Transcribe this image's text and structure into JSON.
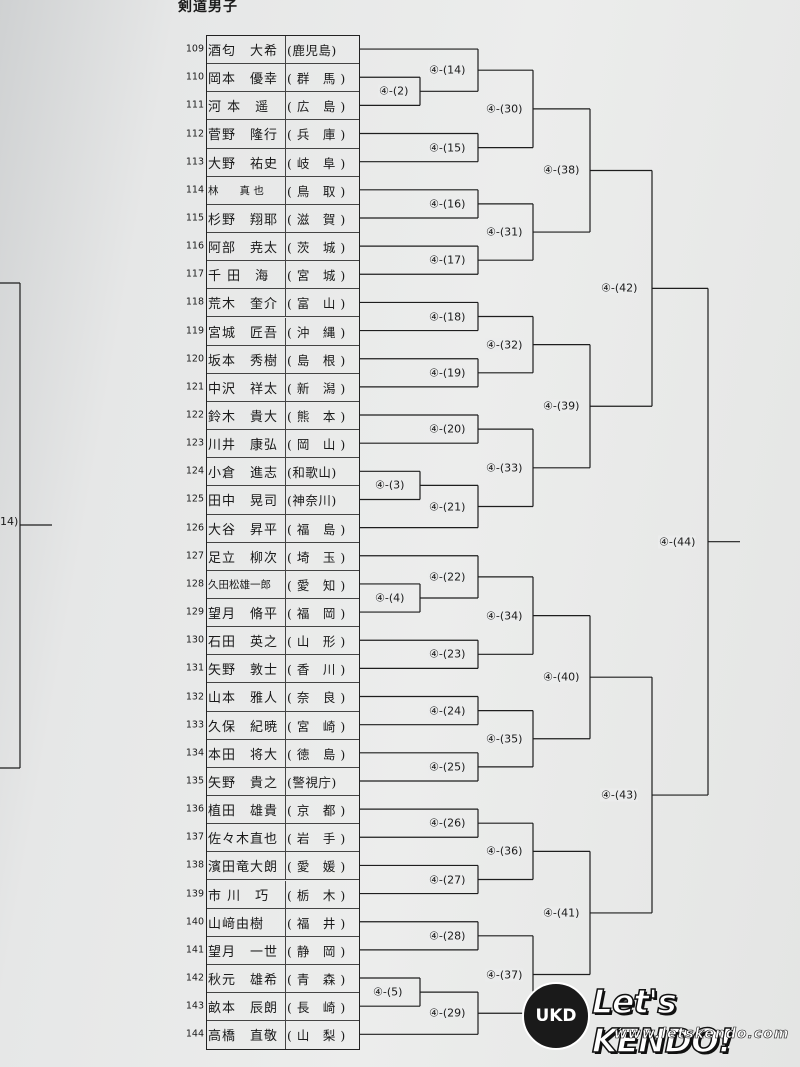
{
  "title": "剣道男子",
  "entries": [
    {
      "no": "109",
      "name": "酒匂　大希",
      "pref": "(鹿児島)"
    },
    {
      "no": "110",
      "name": "岡本　優幸",
      "pref": "( 群　馬 )"
    },
    {
      "no": "111",
      "name": "河 本　遥",
      "pref": "( 広　島 )"
    },
    {
      "no": "112",
      "name": "菅野　隆行",
      "pref": "( 兵　庫 )"
    },
    {
      "no": "113",
      "name": "大野　祐史",
      "pref": "( 岐　阜 )"
    },
    {
      "no": "114",
      "name": "林　　真 也",
      "pref": "( 鳥　取 )"
    },
    {
      "no": "115",
      "name": "杉野　翔耶",
      "pref": "( 滋　賀 )"
    },
    {
      "no": "116",
      "name": "阿部　尭太",
      "pref": "( 茨　城 )"
    },
    {
      "no": "117",
      "name": "千 田　海",
      "pref": "( 宮　城 )"
    },
    {
      "no": "118",
      "name": "荒木　奎介",
      "pref": "( 富　山 )"
    },
    {
      "no": "119",
      "name": "宮城　匠吾",
      "pref": "( 沖　縄 )"
    },
    {
      "no": "120",
      "name": "坂本　秀樹",
      "pref": "( 島　根 )"
    },
    {
      "no": "121",
      "name": "中沢　祥太",
      "pref": "( 新　潟 )"
    },
    {
      "no": "122",
      "name": "鈴木　貴大",
      "pref": "( 熊　本 )"
    },
    {
      "no": "123",
      "name": "川井　康弘",
      "pref": "( 岡　山 )"
    },
    {
      "no": "124",
      "name": "小倉　進志",
      "pref": "(和歌山)"
    },
    {
      "no": "125",
      "name": "田中　晃司",
      "pref": "(神奈川)"
    },
    {
      "no": "126",
      "name": "大谷　昇平",
      "pref": "( 福　島 )"
    },
    {
      "no": "127",
      "name": "足立　柳次",
      "pref": "( 埼　玉 )"
    },
    {
      "no": "128",
      "name": "久田松雄一郎",
      "pref": "( 愛　知 )"
    },
    {
      "no": "129",
      "name": "望月　脩平",
      "pref": "( 福　岡 )"
    },
    {
      "no": "130",
      "name": "石田　英之",
      "pref": "( 山　形 )"
    },
    {
      "no": "131",
      "name": "矢野　敦士",
      "pref": "( 香　川 )"
    },
    {
      "no": "132",
      "name": "山本　雅人",
      "pref": "( 奈　良 )"
    },
    {
      "no": "133",
      "name": "久保　紀暁",
      "pref": "( 宮　崎 )"
    },
    {
      "no": "134",
      "name": "本田　将大",
      "pref": "( 徳　島 )"
    },
    {
      "no": "135",
      "name": "矢野　貴之",
      "pref": "(警視庁)"
    },
    {
      "no": "136",
      "name": "植田　雄貴",
      "pref": "( 京　都 )"
    },
    {
      "no": "137",
      "name": "佐々木直也",
      "pref": "( 岩　手 )"
    },
    {
      "no": "138",
      "name": "濱田竜大朗",
      "pref": "( 愛　媛 )"
    },
    {
      "no": "139",
      "name": "市 川　巧",
      "pref": "( 栃　木 )"
    },
    {
      "no": "140",
      "name": "山﨑由樹",
      "pref": "( 福　井 )"
    },
    {
      "no": "141",
      "name": "望月　一世",
      "pref": "( 静　岡 )"
    },
    {
      "no": "142",
      "name": "秋元　雄希",
      "pref": "( 青　森 )"
    },
    {
      "no": "143",
      "name": "畝本　辰朗",
      "pref": "( 長　崎 )"
    },
    {
      "no": "144",
      "name": "高橋　直敬",
      "pref": "( 山　梨 )"
    }
  ],
  "matches": {
    "m2": "④-(2)",
    "m3": "④-(3)",
    "m4": "④-(4)",
    "m5": "④-(5)",
    "m14": "④-(14)",
    "m15": "④-(15)",
    "m16": "④-(16)",
    "m17": "④-(17)",
    "m18": "④-(18)",
    "m19": "④-(19)",
    "m20": "④-(20)",
    "m21": "④-(21)",
    "m22": "④-(22)",
    "m23": "④-(23)",
    "m24": "④-(24)",
    "m25": "④-(25)",
    "m26": "④-(26)",
    "m27": "④-(27)",
    "m28": "④-(28)",
    "m29": "④-(29)",
    "m30": "④-(30)",
    "m31": "④-(31)",
    "m32": "④-(32)",
    "m33": "④-(33)",
    "m34": "④-(34)",
    "m35": "④-(35)",
    "m36": "④-(36)",
    "m37": "④-(37)",
    "m38": "④-(38)",
    "m39": "④-(39)",
    "m40": "④-(40)",
    "m41": "④-(41)",
    "m42": "④-(42)",
    "m43": "④-(43)",
    "m44": "④-(44)"
  },
  "left_fragment": "14)",
  "logo": {
    "badge": "UKD",
    "text": "Let's KENDO!",
    "url": "www.letskendo.com"
  }
}
